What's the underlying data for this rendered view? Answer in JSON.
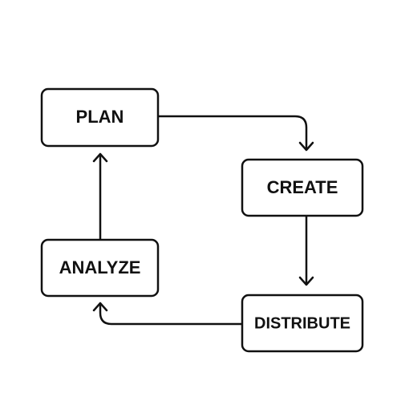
{
  "diagram": {
    "nodes": {
      "plan": "PLAN",
      "create": "CREATE",
      "distribute": "DISTRIBUTE",
      "analyze": "ANALYZE"
    },
    "edges": [
      {
        "from": "plan",
        "to": "create"
      },
      {
        "from": "create",
        "to": "distribute"
      },
      {
        "from": "distribute",
        "to": "analyze"
      },
      {
        "from": "analyze",
        "to": "plan"
      }
    ],
    "colors": {
      "stroke": "#111111",
      "background": "#ffffff"
    }
  }
}
